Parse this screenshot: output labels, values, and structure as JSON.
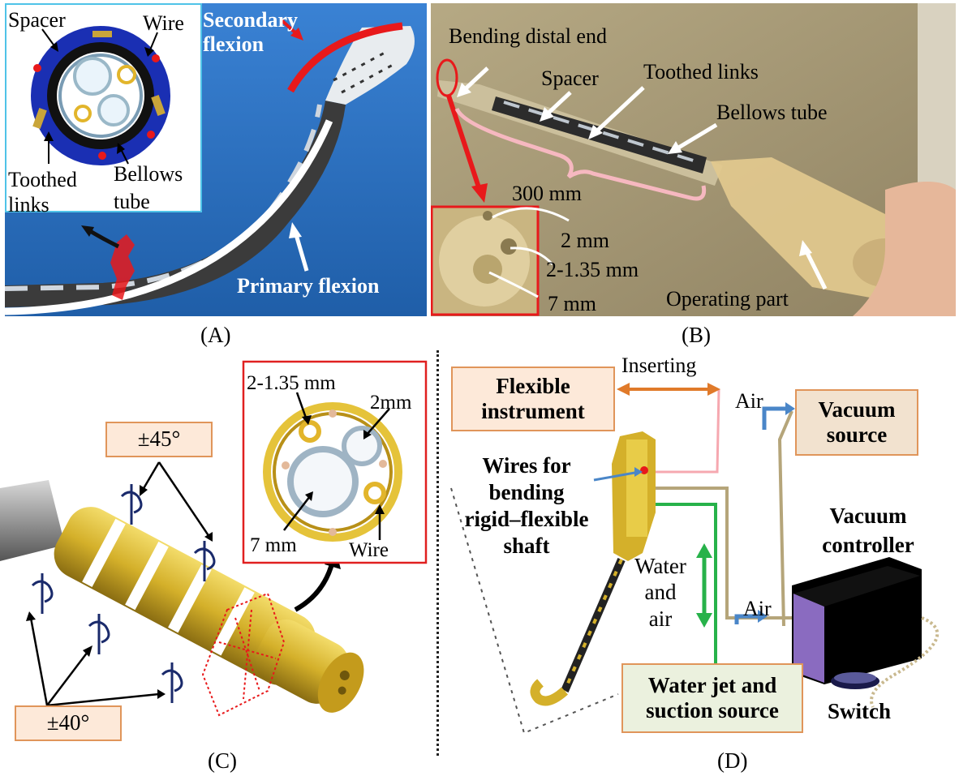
{
  "panel_a": {
    "labels": {
      "spacer": "Spacer",
      "wire": "Wire",
      "toothed_links": "Toothed\nlinks",
      "bellows_tube": "Bellows\ntube",
      "secondary_flexion": "Secondary\nflexion",
      "primary_flexion": "Primary flexion"
    },
    "caption": "(A)"
  },
  "panel_b": {
    "labels": {
      "bending_distal_end": "Bending distal end",
      "spacer": "Spacer",
      "toothed_links": "Toothed links",
      "bellows_tube": "Bellows tube",
      "length": "300 mm",
      "d1": "2 mm",
      "d2": "2-1.35 mm",
      "d3": "7 mm",
      "operating_part": "Operating part"
    },
    "caption": "(B)"
  },
  "panel_c": {
    "labels": {
      "angle_45": "±45°",
      "angle_40": "±40°",
      "d_small": "2-1.35 mm",
      "d_2mm": "2mm",
      "d_7mm": "7 mm",
      "wire": "Wire"
    },
    "caption": "(C)"
  },
  "panel_d": {
    "labels": {
      "flexible_instrument": "Flexible\ninstrument",
      "inserting": "Inserting",
      "air_top": "Air",
      "vacuum_source": "Vacuum\nsource",
      "wires_shaft": "Wires for\nbending\nrigid–flexible\nshaft",
      "vacuum_controller": "Vacuum\ncontroller",
      "water_and_air": "Water\nand\nair",
      "air_mid": "Air",
      "water_jet": "Water jet and\nsuction source",
      "switch": "Switch"
    },
    "caption": "(D)"
  },
  "colors": {
    "photo_blue": "#2e73c4",
    "photo_wall": "#a89a78",
    "gold": "#d4b02a",
    "red": "#e8191b",
    "box_border": "#e0955a",
    "box_fill_instrument": "#fde9d9",
    "box_fill_vacuum": "#f2e2cf",
    "box_fill_water": "#ebf1de",
    "pink_line": "#f6a8b0",
    "green_line": "#27b24a",
    "tan_line": "#b5a57a",
    "orange_arrow": "#e07a2a",
    "blue_arrow": "#4a86c8",
    "purple": "#8a6bc0"
  }
}
